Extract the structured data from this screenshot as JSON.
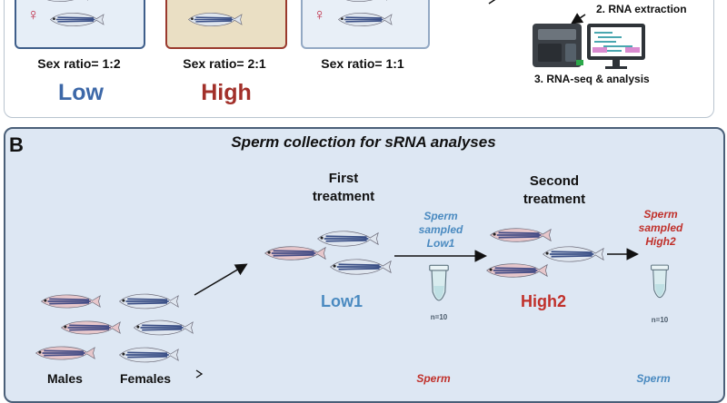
{
  "panel_a": {
    "tanks": [
      {
        "female_symbol": "♀",
        "ratio": "Sex ratio= 1:2",
        "level": "Low",
        "level_color": "#3d68a8"
      },
      {
        "ratio": "Sex ratio= 2:1",
        "level": "High",
        "level_color": "#a2302a"
      },
      {
        "female_symbol": "♀",
        "ratio": "Sex ratio= 1:1"
      }
    ],
    "steps": {
      "rna_extraction": "2. RNA extraction",
      "rna_seq": "3. RNA-seq & analysis"
    }
  },
  "panel_b": {
    "label": "B",
    "title": "Sperm collection for sRNA analyses",
    "first_treatment": "First\ntreatment",
    "second_treatment": "Second\ntreatment",
    "sampled_low1": "Sperm\nsampled\nLow1",
    "sampled_high2": "Sperm\nsampled\nHigh2",
    "group_low1": "Low1",
    "group_high2": "High2",
    "n_low1": "n=10",
    "n_high2": "n=10",
    "males": "Males",
    "females": "Females",
    "bottom_sperm_1": "Sperm",
    "bottom_sperm_2": "Sperm",
    "colors": {
      "low": "#4a8ac0",
      "high": "#c0302a"
    }
  }
}
